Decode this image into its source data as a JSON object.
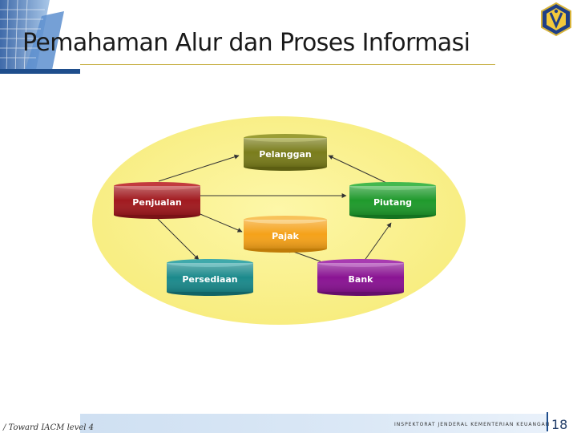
{
  "slide": {
    "title": "Pemahaman Alur dan Proses Informasi",
    "footer_left": "/ Toward IACM level 4",
    "footer_org": "INSPEKTORAT JENDERAL KEMENTERIAN KEUANGAN",
    "page_number": "18"
  },
  "diagram": {
    "nodes": [
      {
        "id": "pelanggan",
        "label": "Pelanggan",
        "color": "#7a7d1c"
      },
      {
        "id": "penjualan",
        "label": "Penjualan",
        "color": "#a11a1f"
      },
      {
        "id": "piutang",
        "label": "Piutang",
        "color": "#1f9a2c"
      },
      {
        "id": "pajak",
        "label": "Pajak",
        "color": "#f5a21a"
      },
      {
        "id": "persediaan",
        "label": "Persediaan",
        "color": "#1c8a8c"
      },
      {
        "id": "bank",
        "label": "Bank",
        "color": "#8a1493"
      }
    ],
    "background_color": "#fbf38d"
  }
}
